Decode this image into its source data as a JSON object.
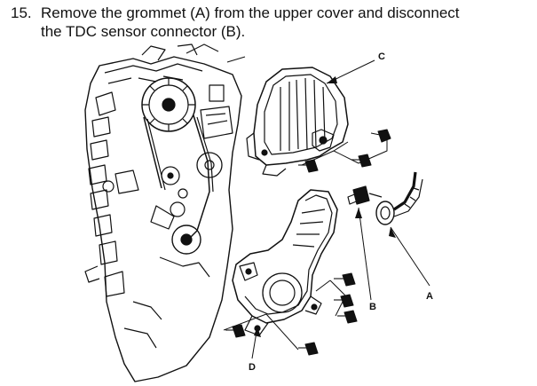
{
  "instruction": {
    "step_number": "15.",
    "line1": "Remove the grommet (A) from the upper cover and disconnect",
    "line2": "the TDC sensor connector (B)."
  },
  "callouts": {
    "a": "A",
    "b": "B",
    "c": "C",
    "d": "D"
  }
}
